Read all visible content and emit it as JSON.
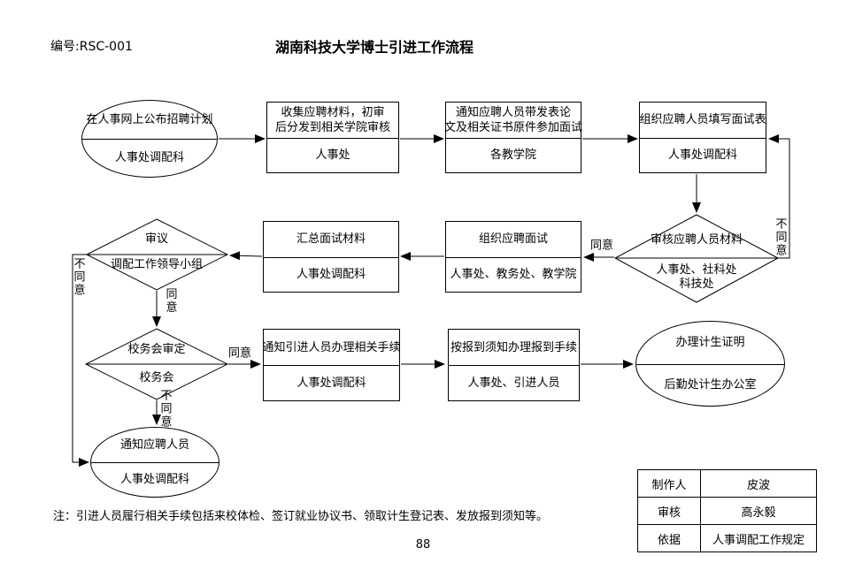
{
  "header": {
    "doc_number": "编号:RSC-001",
    "title": "湖南科技大学博士引进工作流程"
  },
  "nodes": {
    "publish_plan": {
      "action": "在人事网上公布招聘计划",
      "dept": "人事处调配科"
    },
    "collect_review": {
      "action": "收集应聘材料，初审\n后分发到相关学院审核",
      "dept": "人事处"
    },
    "notify_interview": {
      "action": "通知应聘人员带发表论\n文及相关证书原件参加面试",
      "dept": "各教学院"
    },
    "fill_form": {
      "action": "组织应聘人员填写面试表",
      "dept": "人事处调配科"
    },
    "review_materials": {
      "action": "审核应聘人员材料",
      "dept": "人事处、社科处\n科技处"
    },
    "organize_interview": {
      "action": "组织应聘面试",
      "dept": "人事处、教务处、教学院"
    },
    "summarize": {
      "action": "汇总面试材料",
      "dept": "人事处调配科"
    },
    "deliberate": {
      "action": "审议",
      "dept": "调配工作领导小组"
    },
    "school_council": {
      "action": "校务会审定",
      "dept": "校务会"
    },
    "notify_procedures": {
      "action": "通知引进人员办理相关手续",
      "dept": "人事处调配科"
    },
    "checkin": {
      "action": "按报到须知办理报到手续",
      "dept": "人事处、引进人员"
    },
    "family_planning": {
      "action": "办理计生证明",
      "dept": "后勤处计生办公室"
    },
    "notify_applicant": {
      "action": "通知应聘人员",
      "dept": "人事处调配科"
    }
  },
  "labels": {
    "agree_review": "同意",
    "disagree_review": "不同意",
    "agree_deliberate": "同意",
    "disagree_deliberate": "不同意",
    "agree_council": "同意",
    "disagree_council": "不同意"
  },
  "info_table": {
    "rows": [
      [
        "制作人",
        "皮波"
      ],
      [
        "审核",
        "高永毅"
      ],
      [
        "依据",
        "人事调配工作规定"
      ]
    ]
  },
  "footer": {
    "note": "注：引进人员履行相关手续包括来校体检、签订就业协议书、领取计生登记表、发放报到须知等。",
    "page_number": "88"
  },
  "colors": {
    "line": "#000000",
    "background": "#ffffff"
  }
}
